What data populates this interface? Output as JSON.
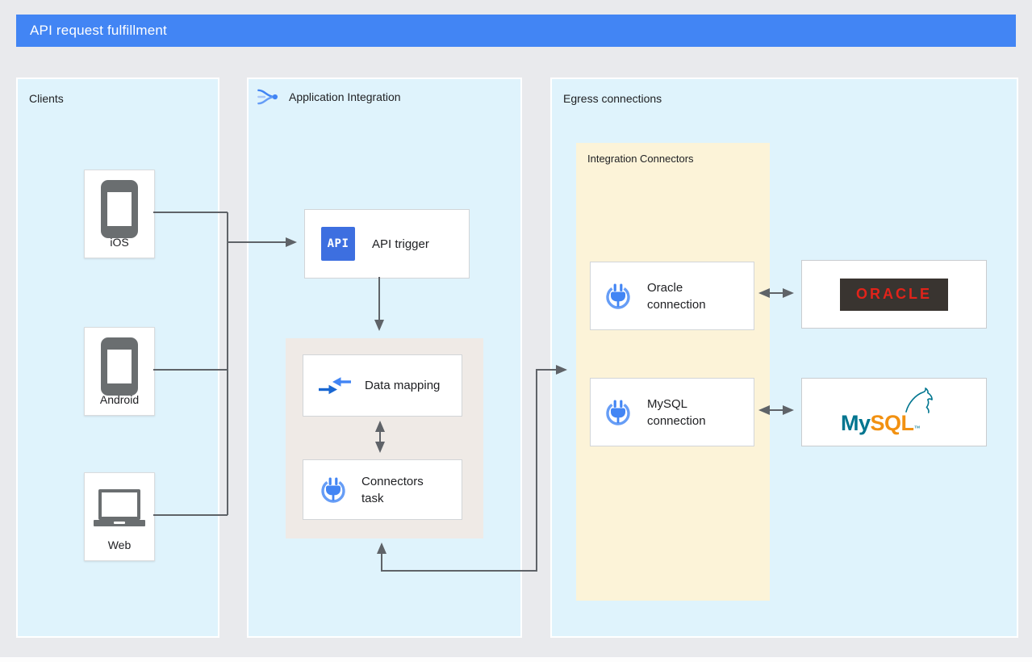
{
  "banner": {
    "title": "API request fulfillment"
  },
  "panels": {
    "clients": {
      "label": "Clients",
      "items": [
        {
          "label": "iOS",
          "icon": "smartphone-icon"
        },
        {
          "label": "Android",
          "icon": "smartphone-icon"
        },
        {
          "label": "Web",
          "icon": "laptop-icon"
        }
      ]
    },
    "application_integration": {
      "label": "Application Integration",
      "icon": "application-integration-icon",
      "api_trigger": {
        "label": "API trigger",
        "badge_text": "API"
      },
      "data_mapping": {
        "label": "Data mapping",
        "icon": "data-mapping-icon"
      },
      "connectors_task": {
        "label": "Connectors task",
        "icon": "connector-icon"
      }
    },
    "egress": {
      "label": "Egress connections",
      "integration_connectors": {
        "label": "Integration Connectors",
        "connections": [
          {
            "label": "Oracle connection",
            "icon": "connector-icon"
          },
          {
            "label": "MySQL connection",
            "icon": "connector-icon"
          }
        ]
      },
      "targets": {
        "oracle": {
          "logo_text": "ORACLE"
        },
        "mysql": {
          "logo_my": "My",
          "logo_sql": "SQL",
          "trademark": "™"
        }
      }
    }
  },
  "colors": {
    "banner_blue": "#4285F4",
    "panel_light_blue": "#DFF3FC",
    "integration_connectors_yellow": "#FCF3D8",
    "process_gray": "#EFEAE6",
    "wire_gray": "#5F6368",
    "api_badge_blue": "#3D6FE0",
    "oracle_red": "#E2231A",
    "oracle_dark": "#393430",
    "mysql_teal": "#00758F",
    "mysql_orange": "#F29111",
    "device_gray": "#6A6E70"
  }
}
